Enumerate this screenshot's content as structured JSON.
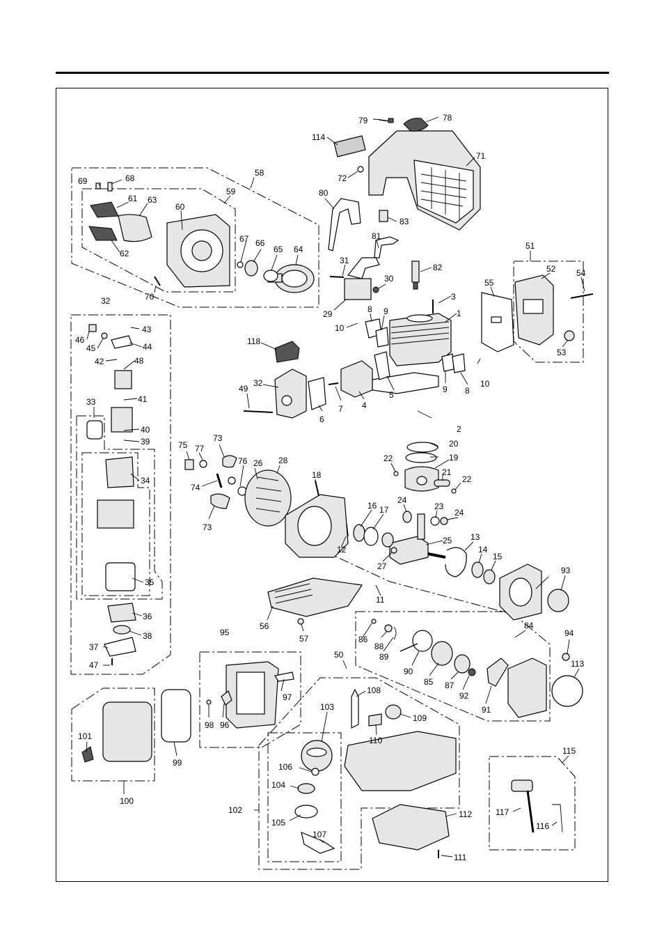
{
  "diagram": {
    "labels": {
      "p1": "1",
      "p2": "2",
      "p3": "3",
      "p6": "6",
      "p7": "7",
      "p11": "11",
      "p12": "12",
      "p13": "13",
      "p14": "14",
      "p15": "15",
      "p16": "16",
      "p17": "17",
      "p18": "18",
      "p19": "19",
      "p20": "20",
      "p21": "21",
      "p22a": "22",
      "p22b": "22",
      "p23": "23",
      "p24a": "24",
      "p24b": "24",
      "p25": "25",
      "p26": "26",
      "p27": "27",
      "p28": "28",
      "p29": "29",
      "p30": "30",
      "p31": "31",
      "p32a": "32",
      "p32b": "32",
      "p33": "33",
      "p34": "34",
      "p35": "35",
      "p36": "36",
      "p37": "37",
      "p38": "38",
      "p39": "39",
      "p40": "40",
      "p41": "41",
      "p42": "42",
      "p43": "43",
      "p44": "44",
      "p45": "45",
      "p46": "46",
      "p47": "47",
      "p48": "48",
      "p49": "49",
      "p50": "50",
      "p51": "51",
      "p52": "52",
      "p53": "53",
      "p54": "54",
      "p55": "55",
      "p56": "56",
      "p57": "57",
      "p58": "58",
      "p59": "59",
      "p60": "60",
      "p61": "61",
      "p62": "62",
      "p63": "63",
      "p64": "64",
      "p65": "65",
      "p66": "66",
      "p67": "67",
      "p68": "68",
      "p69": "69",
      "p70": "70",
      "p71": "71",
      "p72": "72",
      "p73a": "73",
      "p73b": "73",
      "p74": "74",
      "p75": "75",
      "p76": "76",
      "p77": "77",
      "p78": "78",
      "p79": "79",
      "p80": "80",
      "p81": "81",
      "p82": "82",
      "p83": "83",
      "p84": "84",
      "p85": "85",
      "p86": "86",
      "p87": "87",
      "p88": "88",
      "p89": "89",
      "p90": "90",
      "p91": "91",
      "p92": "92",
      "p93": "93",
      "p94": "94",
      "p95": "95",
      "p96": "96",
      "p97": "97",
      "p98": "98",
      "p99": "99",
      "p100": "100",
      "p101": "101",
      "p102": "102",
      "p103": "103",
      "p104": "104",
      "p105": "105",
      "p106": "106",
      "p107": "107",
      "p108": "108",
      "p109": "109",
      "p110": "110",
      "p111": "111",
      "p112": "112",
      "p113": "113",
      "p114": "114",
      "p115": "115",
      "p116": "116",
      "p117": "117",
      "p118": "118",
      "p4": "4",
      "p5": "5",
      "p8a": "8",
      "p8b": "8",
      "p9a": "9",
      "p9b": "9",
      "p10a": "10",
      "p10b": "10"
    }
  }
}
